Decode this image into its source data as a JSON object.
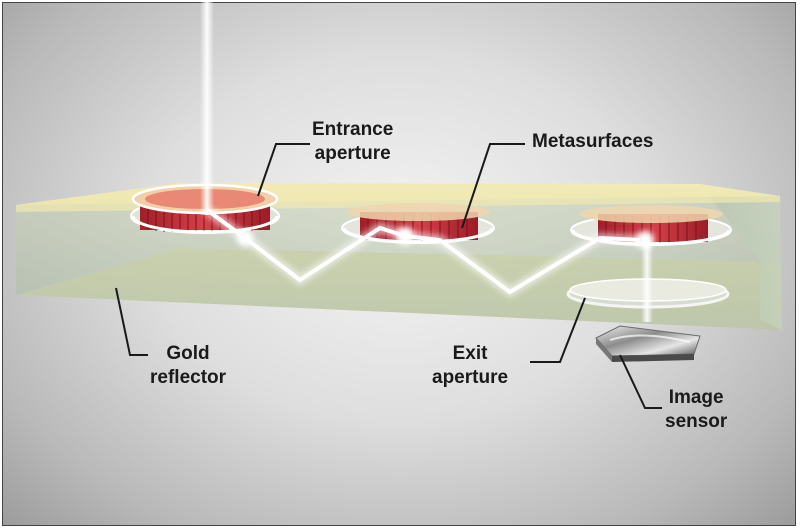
{
  "labels": {
    "entrance": [
      "Entrance",
      "aperture"
    ],
    "metasurfaces": [
      "Metasurfaces"
    ],
    "gold": [
      "Gold",
      "reflector"
    ],
    "exit": [
      "Exit",
      "aperture"
    ],
    "sensor": [
      "Image",
      "sensor"
    ]
  },
  "colors": {
    "background": "#d9d9d9",
    "slab_top": "#f4efb8",
    "slab_front": "#b8c9b0",
    "metasurface_red": "#c0303a",
    "light_beam": "#ffffff",
    "leader_line": "#1a1a1a"
  }
}
